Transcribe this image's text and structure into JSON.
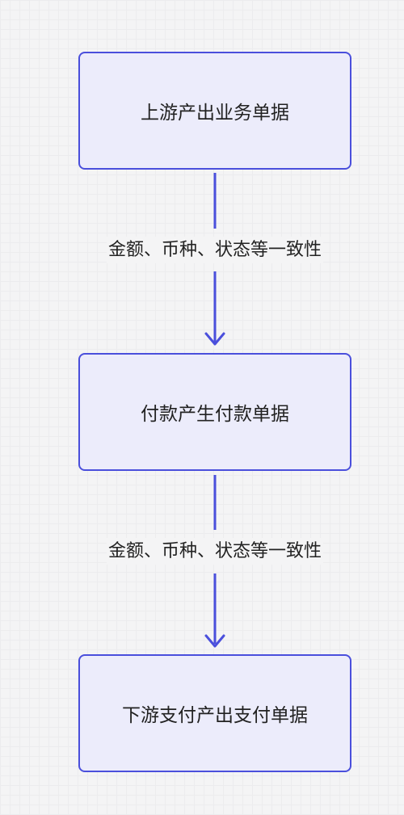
{
  "nodes": [
    {
      "label": "上游产出业务单据"
    },
    {
      "label": "付款产生付款单据"
    },
    {
      "label": "下游支付产出支付单据"
    }
  ],
  "edges": [
    {
      "label": "金额、币种、状态等一致性"
    },
    {
      "label": "金额、币种、状态等一致性"
    }
  ],
  "colors": {
    "node_border": "#4a4fdc",
    "node_fill": "#ececfb",
    "edge": "#4a4fdc",
    "text": "#222222"
  }
}
